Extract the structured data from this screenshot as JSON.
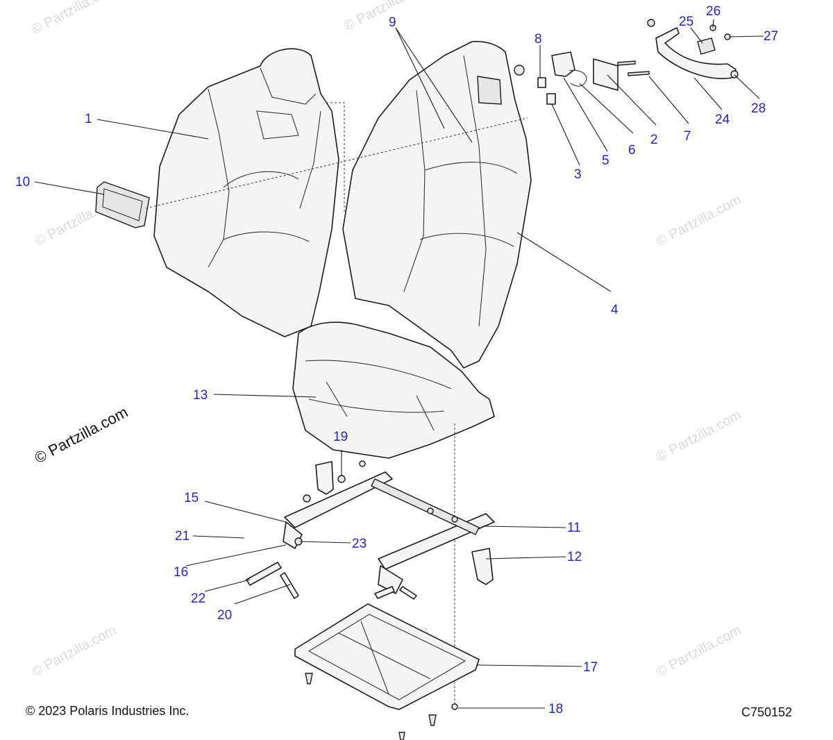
{
  "watermark": "© Partzilla.com",
  "copyright": "© 2023 Polaris Industries Inc.",
  "diagram_code": "C750152",
  "callouts": [
    "1",
    "2",
    "3",
    "4",
    "5",
    "6",
    "7",
    "8",
    "9",
    "10",
    "11",
    "12",
    "13",
    "15",
    "16",
    "17",
    "18",
    "19",
    "20",
    "21",
    "22",
    "23",
    "24",
    "25",
    "26",
    "27",
    "28"
  ]
}
